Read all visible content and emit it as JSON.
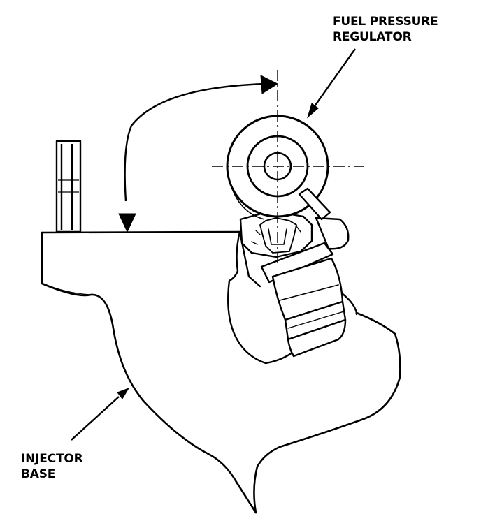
{
  "labels": {
    "fuel_pressure_regulator": [
      "FUEL PRESSURE",
      "REGULATOR"
    ],
    "injector_base": [
      "INJECTOR",
      "BASE"
    ]
  },
  "colors": {
    "ink": "#000000",
    "paper": "#ffffff"
  }
}
